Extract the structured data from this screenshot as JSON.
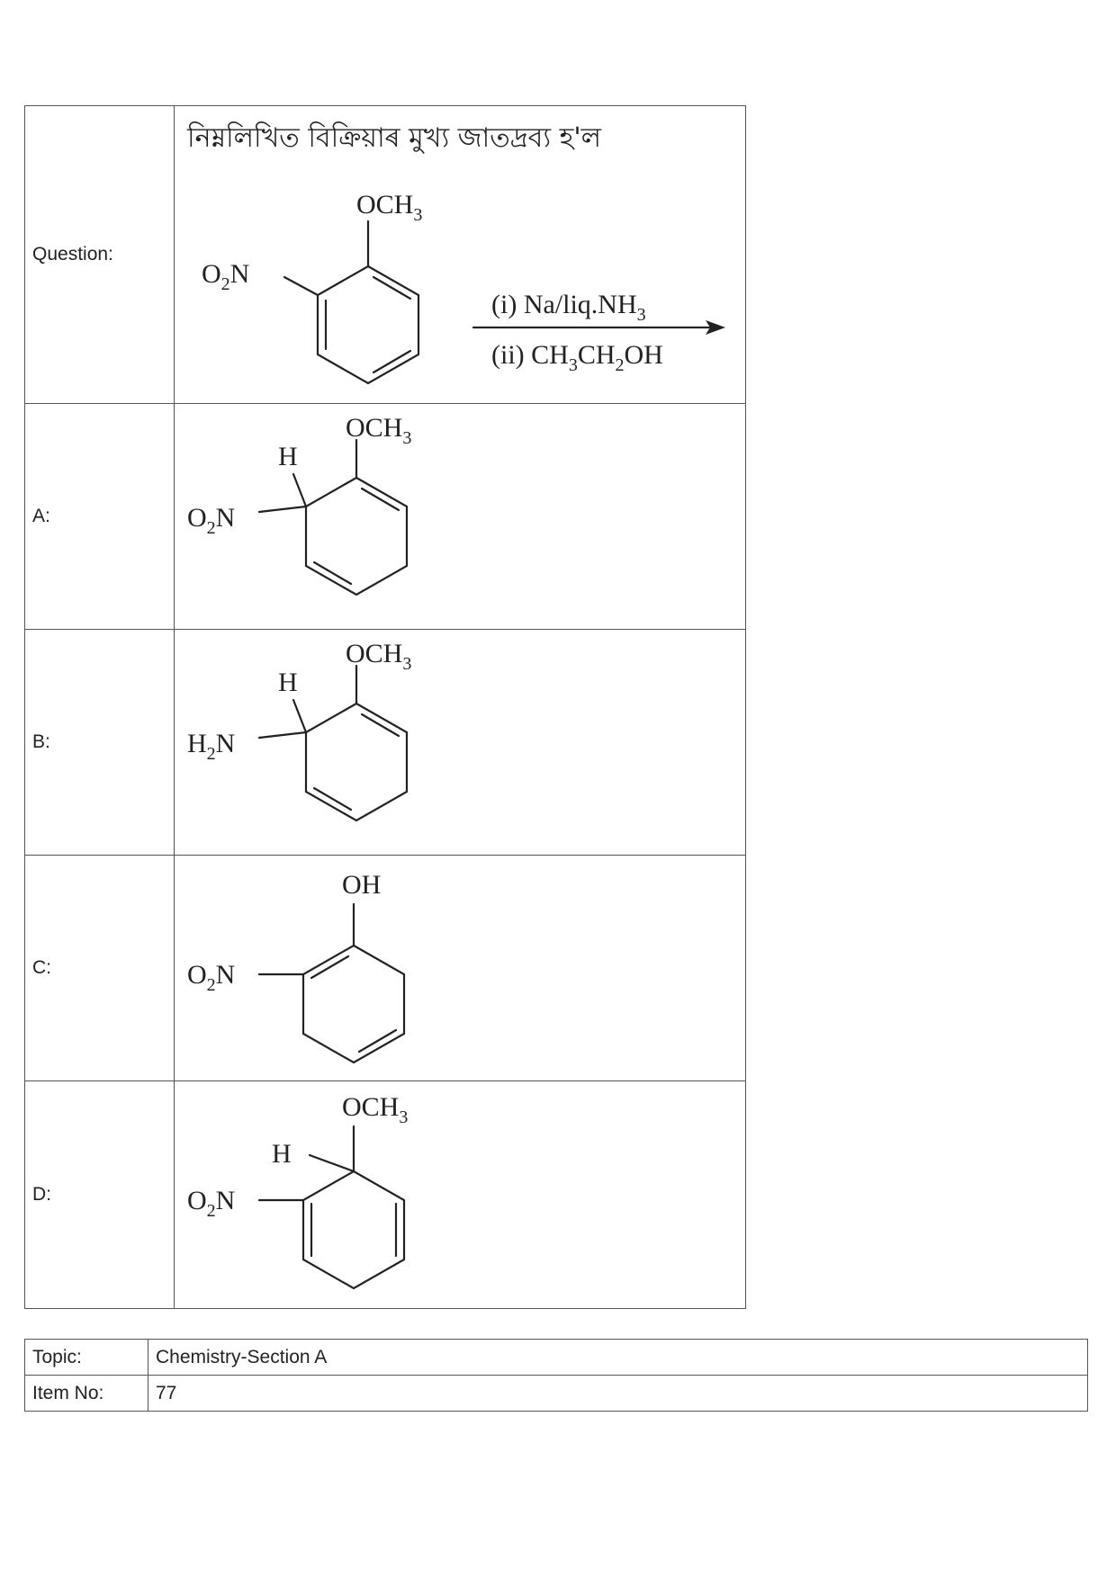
{
  "question": {
    "label": "Question:",
    "text": "নিম্নলিখিত বিক্ৰিয়াৰ মুখ্য জাতদ্ৰব্য হ'ল",
    "reactant": {
      "top_group": "OCH",
      "top_sub": "3",
      "left_pre": "O",
      "left_sub": "2",
      "left_post": "N"
    },
    "reagent_1": {
      "a": "(i)  Na/liq.NH",
      "b": "3"
    },
    "reagent_2": {
      "a": "(ii) CH",
      "b": "3",
      "c": "CH",
      "d": "2",
      "e": "OH"
    }
  },
  "options": [
    {
      "label": "A:",
      "top_main": "OCH",
      "top_sub": "3",
      "h": "H",
      "left_pre": "O",
      "left_sub": "2",
      "left_post": "N"
    },
    {
      "label": "B:",
      "top_main": "OCH",
      "top_sub": "3",
      "h": "H",
      "left_pre": "H",
      "left_sub": "2",
      "left_post": "N"
    },
    {
      "label": "C:",
      "top_main": "OH",
      "left_pre": "O",
      "left_sub": "2",
      "left_post": "N"
    },
    {
      "label": "D:",
      "top_main": "OCH",
      "top_sub": "3",
      "h": "H",
      "left_pre": "O",
      "left_sub": "2",
      "left_post": "N"
    }
  ],
  "meta": {
    "topic_label": "Topic:",
    "topic_value": "Chemistry-Section A",
    "item_label": "Item No:",
    "item_value": "77"
  }
}
